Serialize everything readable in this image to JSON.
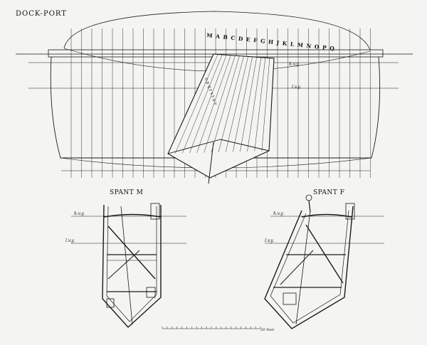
{
  "title": "DOCK-PORT",
  "frame_letters": "M A B C D E F G H J K L M N O P Q",
  "diagonal_letters": "o p q r s t u v",
  "waterline_labels": {
    "upper": "h.v.y.",
    "lower": "l.v.y."
  },
  "sections": [
    {
      "title": "SPANT M",
      "upper_wl": "h.v.y.",
      "lower_wl": "l.v.y."
    },
    {
      "title": "SPANT F",
      "upper_wl": "h.v.y.",
      "lower_wl": "l.v.y."
    }
  ],
  "scale_label": "20 Voet",
  "colors": {
    "ink": "#1a1a1a",
    "paper": "#f4f4f2"
  }
}
